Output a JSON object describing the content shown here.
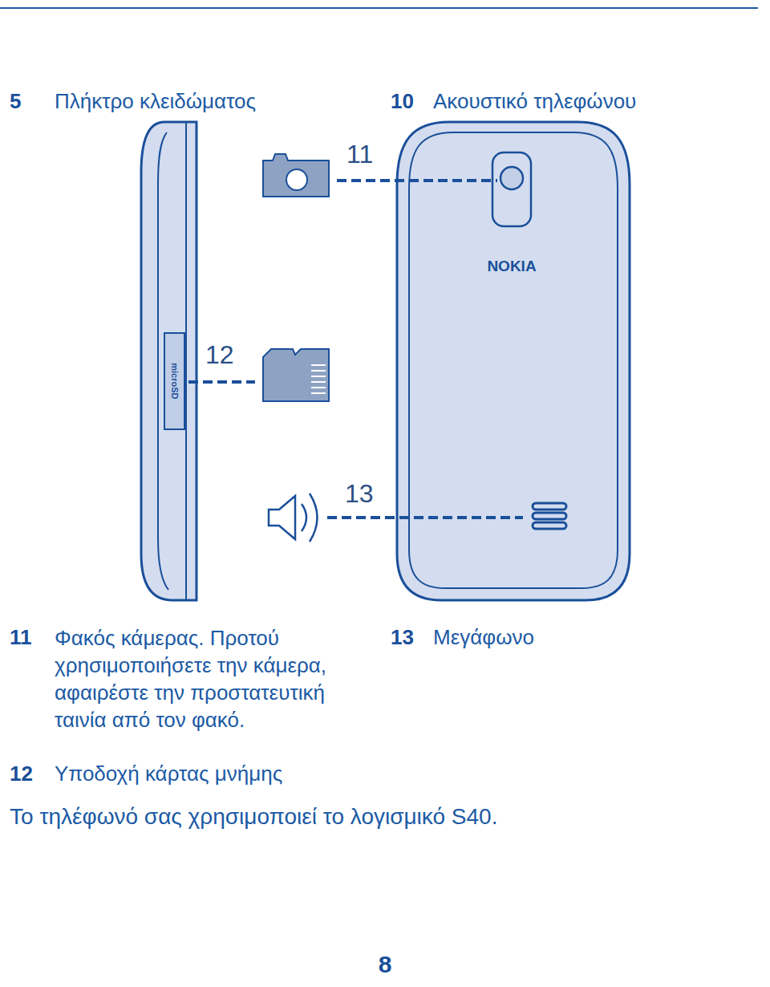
{
  "diagram": {
    "labels": [
      "5",
      "Πλήκτρο κλειδώματος",
      "10",
      "Ακουστικό τηλεφώνου",
      "11",
      "NOKIA",
      "12",
      "microSD",
      "13",
      "11",
      "Φακός κάμερας. Προτού χρησιμοποιήσετε την κάμερα, αφαιρέστε την προστατευτική ταινία από τον φακό.",
      "13",
      "Μεγάφωνο",
      "12",
      "Υποδοχή κάρτας μνήμης",
      "Το τηλέφωνό σας χρησιμοποιεί το λογισμικό S40.",
      "8"
    ]
  }
}
